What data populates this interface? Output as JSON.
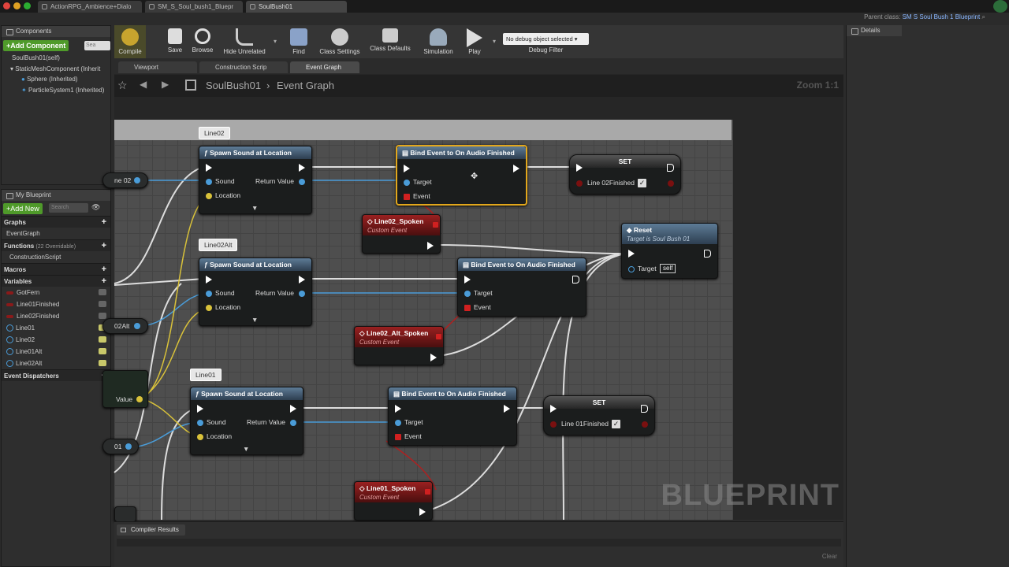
{
  "window": {
    "tabs": [
      "ActionRPG_Ambience+Dialo",
      "SM_S_Soul_bush1_Bluepr",
      "SoulBush01"
    ],
    "parent_class_label": "Parent class:",
    "parent_class": "SM S Soul Bush 1 Blueprint"
  },
  "components": {
    "tab": "Components",
    "add_label": "+Add Component",
    "search_placeholder": "Sea",
    "items": [
      "SoulBush01(self)",
      "StaticMeshComponent (Inherit",
      "Sphere (Inherited)",
      "ParticleSystem1 (Inherited)"
    ]
  },
  "my_blueprint": {
    "tab": "My Blueprint",
    "add_label": "+Add New",
    "search_placeholder": "Search",
    "graphs_label": "Graphs",
    "graphs": [
      "EventGraph"
    ],
    "functions_label": "Functions",
    "functions_count": "(22 Overridable)",
    "functions": [
      "ConstructionScript"
    ],
    "macros_label": "Macros",
    "variables_label": "Variables",
    "variables": [
      {
        "name": "GotFern",
        "kind": "bool"
      },
      {
        "name": "Line01Finished",
        "kind": "bool"
      },
      {
        "name": "Line02Finished",
        "kind": "bool"
      },
      {
        "name": "Line01",
        "kind": "obj"
      },
      {
        "name": "Line02",
        "kind": "obj"
      },
      {
        "name": "Line01Alt",
        "kind": "obj"
      },
      {
        "name": "Line02Alt",
        "kind": "obj"
      }
    ],
    "dispatchers_label": "Event Dispatchers"
  },
  "toolbar": {
    "compile": "Compile",
    "save": "Save",
    "browse": "Browse",
    "hide_unrelated": "Hide Unrelated",
    "find": "Find",
    "class_settings": "Class Settings",
    "class_defaults": "Class Defaults",
    "simulation": "Simulation",
    "play": "Play",
    "debug_select": "No debug object selected",
    "debug_filter": "Debug Filter"
  },
  "graph_tabs": [
    "Viewport",
    "Construction Scrip",
    "Event Graph"
  ],
  "breadcrumb": {
    "root": "SoulBush01",
    "current": "Event Graph"
  },
  "zoom": "Zoom 1:1",
  "watermark": "BLUEPRINT",
  "details": {
    "tab": "Details"
  },
  "compiler": {
    "tab": "Compiler Results",
    "clear": "Clear"
  },
  "nodes": {
    "comment_line02": "Line02",
    "comment_line02alt": "Line02Alt",
    "comment_line01": "Line01",
    "spawn_title": "Spawn Sound at Location",
    "pin_sound": "Sound",
    "pin_location": "Location",
    "pin_return": "Return Value",
    "bind_title": "Bind Event to On Audio Finished",
    "pin_target": "Target",
    "pin_event": "Event",
    "set_title": "SET",
    "line02finished": "Line 02Finished",
    "line01finished": "Line 01Finished",
    "reset_title": "Reset",
    "reset_sub": "Target is Soul Bush 01",
    "self": "self",
    "ev_line02": "Line02_Spoken",
    "ev_line02alt": "Line02_Alt_Spoken",
    "ev_line01": "Line01_Spoken",
    "custom_event": "Custom Event",
    "var_line02": "ne 02",
    "var_line02alt": "02Alt",
    "var_value": "Value",
    "var_01": "01"
  }
}
